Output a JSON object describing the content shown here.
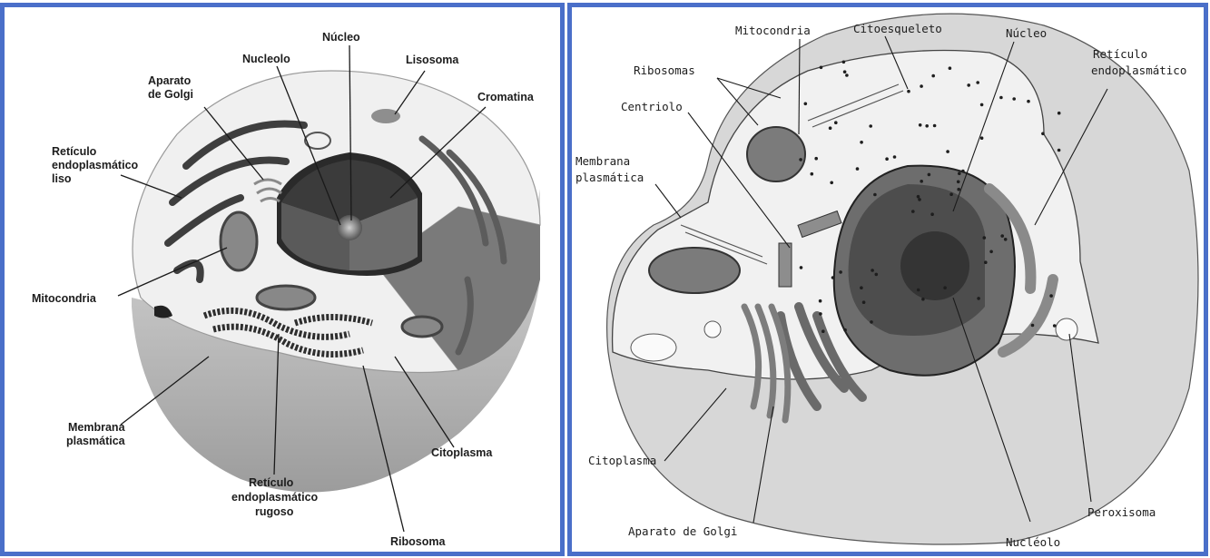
{
  "left_panel": {
    "labels": {
      "nucleo": "Núcleo",
      "nucleolo": "Nucleolo",
      "lisosoma": "Lisosoma",
      "golgi_1": "Aparato",
      "golgi_2": "de Golgi",
      "cromatina": "Cromatina",
      "rel_1": "Retículo",
      "rel_2": "endoplasmático",
      "rel_3": "liso",
      "mitocondria": "Mitocondria",
      "membrana_1": "Membrana",
      "membrana_2": "plasmática",
      "rer_1": "Retículo",
      "rer_2": "endoplasmático",
      "rer_3": "rugoso",
      "ribosoma": "Ribosoma",
      "citoplasma": "Citoplasma"
    }
  },
  "right_panel": {
    "labels": {
      "mitocondria": "Mitocondria",
      "citoesqueleto": "Citoesqueleto",
      "nucleo": "Núcleo",
      "reticulo_1": "Retículo",
      "reticulo_2": "endoplasmático",
      "ribosomas": "Ribosomas",
      "centriolo": "Centriolo",
      "membrana_1": "Membrana",
      "membrana_2": "plasmática",
      "citoplasma": "Citoplasma",
      "golgi": "Aparato de Golgi",
      "nucleolo": "Nucléolo",
      "peroxisoma": "Peroxisoma"
    }
  },
  "colors": {
    "frame_border": "#4a6fc9",
    "cell_light": "#f1f1f1",
    "cell_mid": "#bdbdbd",
    "organelle_dark": "#4a4a4a"
  }
}
